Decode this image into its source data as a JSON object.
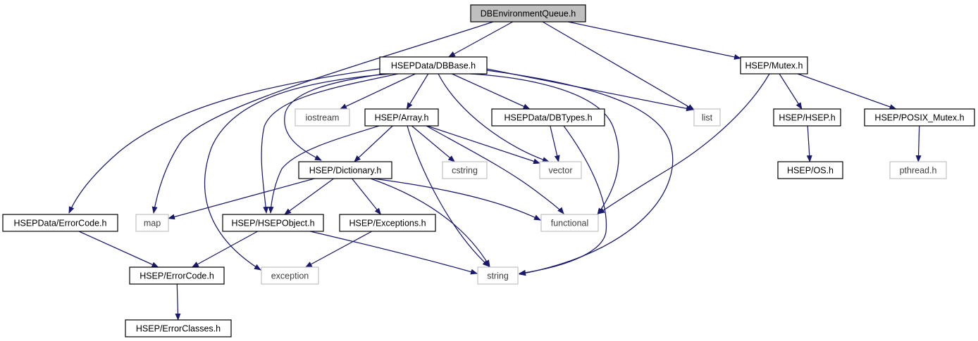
{
  "colors": {
    "edge": "#191970",
    "root_fill": "#bfbfbf",
    "project_border": "#000000",
    "system_border": "#c0c0c0",
    "system_text": "#404040",
    "project_text": "#000000"
  },
  "nodes": [
    {
      "id": "root",
      "label": "DBEnvironmentQueue.h",
      "kind": "root"
    },
    {
      "id": "dbbase",
      "label": "HSEPData/DBBase.h",
      "kind": "project"
    },
    {
      "id": "mutex",
      "label": "HSEP/Mutex.h",
      "kind": "project"
    },
    {
      "id": "iostream",
      "label": "iostream",
      "kind": "system"
    },
    {
      "id": "array",
      "label": "HSEP/Array.h",
      "kind": "project"
    },
    {
      "id": "dbtypes",
      "label": "HSEPData/DBTypes.h",
      "kind": "project"
    },
    {
      "id": "list",
      "label": "list",
      "kind": "system"
    },
    {
      "id": "hsep",
      "label": "HSEP/HSEP.h",
      "kind": "project"
    },
    {
      "id": "posixmutex",
      "label": "HSEP/POSIX_Mutex.h",
      "kind": "project"
    },
    {
      "id": "dictionary",
      "label": "HSEP/Dictionary.h",
      "kind": "project"
    },
    {
      "id": "cstring",
      "label": "cstring",
      "kind": "system"
    },
    {
      "id": "vector",
      "label": "vector",
      "kind": "system"
    },
    {
      "id": "os",
      "label": "HSEP/OS.h",
      "kind": "project"
    },
    {
      "id": "pthread",
      "label": "pthread.h",
      "kind": "system"
    },
    {
      "id": "errcodedata",
      "label": "HSEPData/ErrorCode.h",
      "kind": "project"
    },
    {
      "id": "map",
      "label": "map",
      "kind": "system"
    },
    {
      "id": "hsepobject",
      "label": "HSEP/HSEPObject.h",
      "kind": "project"
    },
    {
      "id": "exceptions",
      "label": "HSEP/Exceptions.h",
      "kind": "project"
    },
    {
      "id": "functional",
      "label": "functional",
      "kind": "system"
    },
    {
      "id": "errcode",
      "label": "HSEP/ErrorCode.h",
      "kind": "project"
    },
    {
      "id": "exception",
      "label": "exception",
      "kind": "system"
    },
    {
      "id": "string",
      "label": "string",
      "kind": "system"
    },
    {
      "id": "errclasses",
      "label": "HSEP/ErrorClasses.h",
      "kind": "project"
    }
  ],
  "edges": [
    {
      "from": "root",
      "to": "dbbase"
    },
    {
      "from": "root",
      "to": "map"
    },
    {
      "from": "root",
      "to": "list"
    },
    {
      "from": "root",
      "to": "mutex"
    },
    {
      "from": "dbbase",
      "to": "iostream"
    },
    {
      "from": "dbbase",
      "to": "array"
    },
    {
      "from": "dbbase",
      "to": "dbtypes"
    },
    {
      "from": "dbbase",
      "to": "list"
    },
    {
      "from": "dbbase",
      "to": "errcodedata"
    },
    {
      "from": "dbbase",
      "to": "dictionary"
    },
    {
      "from": "dbbase",
      "to": "hsepobject"
    },
    {
      "from": "dbbase",
      "to": "exception"
    },
    {
      "from": "dbbase",
      "to": "vector"
    },
    {
      "from": "dbbase",
      "to": "functional"
    },
    {
      "from": "dbbase",
      "to": "string"
    },
    {
      "from": "mutex",
      "to": "hsep"
    },
    {
      "from": "mutex",
      "to": "posixmutex"
    },
    {
      "from": "mutex",
      "to": "functional"
    },
    {
      "from": "array",
      "to": "dictionary"
    },
    {
      "from": "array",
      "to": "hsepobject"
    },
    {
      "from": "array",
      "to": "cstring"
    },
    {
      "from": "array",
      "to": "vector"
    },
    {
      "from": "array",
      "to": "functional"
    },
    {
      "from": "array",
      "to": "string"
    },
    {
      "from": "dbtypes",
      "to": "vector"
    },
    {
      "from": "dbtypes",
      "to": "string"
    },
    {
      "from": "hsep",
      "to": "os"
    },
    {
      "from": "posixmutex",
      "to": "pthread"
    },
    {
      "from": "dictionary",
      "to": "map"
    },
    {
      "from": "dictionary",
      "to": "hsepobject"
    },
    {
      "from": "dictionary",
      "to": "exceptions"
    },
    {
      "from": "dictionary",
      "to": "functional"
    },
    {
      "from": "dictionary",
      "to": "string"
    },
    {
      "from": "errcodedata",
      "to": "errcode"
    },
    {
      "from": "hsepobject",
      "to": "errcode"
    },
    {
      "from": "hsepobject",
      "to": "string"
    },
    {
      "from": "exceptions",
      "to": "exception"
    },
    {
      "from": "errcode",
      "to": "errclasses"
    }
  ]
}
